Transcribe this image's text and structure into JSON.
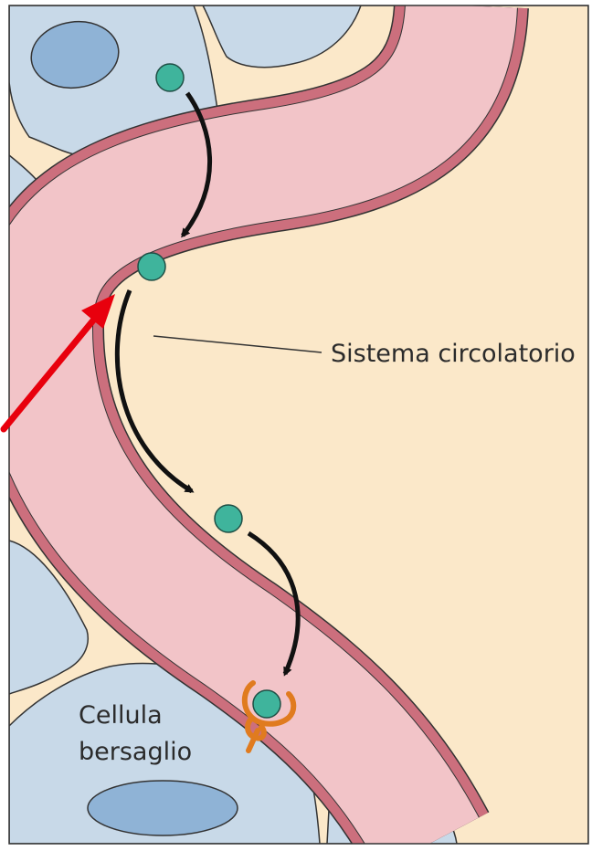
{
  "labels": {
    "circulatory_system": "Sistema circolatorio",
    "target_cell_line1": "Cellula",
    "target_cell_line2": "bersaglio"
  },
  "colors": {
    "tissue_background": "#fbe8c9",
    "cell_fill": "#c8d9e8",
    "nucleus_fill": "#8fb3d6",
    "vessel_wall": "#cc6f7d",
    "vessel_lumen": "#f2c4c8",
    "hormone": "#3fb49c",
    "receptor": "#e07b1f",
    "pointer_arrow": "#e8000d",
    "flow_arrow": "#111111"
  }
}
